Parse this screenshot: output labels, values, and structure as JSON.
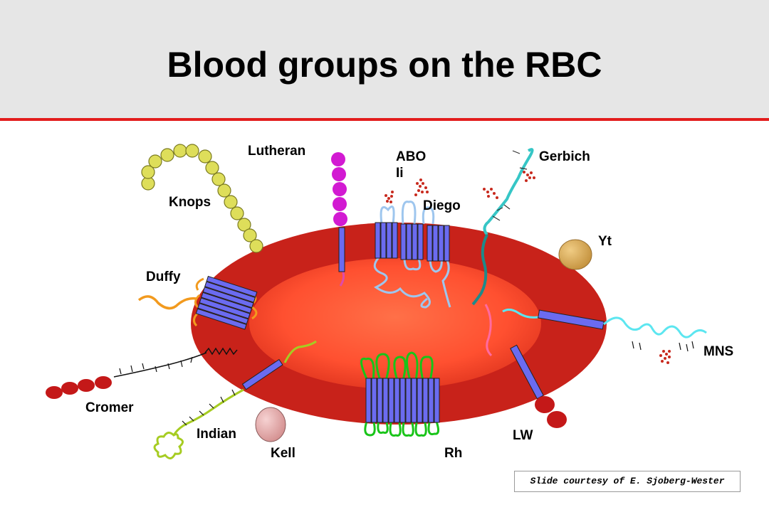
{
  "slide": {
    "title": "Blood groups on the RBC",
    "credit": "Slide courtesy of E. Sjoberg-Wester"
  },
  "labels": {
    "lutheran": "Lutheran",
    "abo": "ABO",
    "ii": "Ii",
    "gerbich": "Gerbich",
    "knops": "Knops",
    "diego": "Diego",
    "yt": "Yt",
    "duffy": "Duffy",
    "mns": "MNS",
    "cromer": "Cromer",
    "indian": "Indian",
    "kell": "Kell",
    "rh": "Rh",
    "lw": "LW"
  },
  "colors": {
    "accent_rule": "#e31d1d",
    "cell_outer": "#c8221a",
    "cell_inner": "#ff5a36",
    "membrane_protein": "#6b6bf0",
    "knops_beads": "#dede5a",
    "lutheran_beads": "#d21ad2",
    "cromer_beads": "#c41818",
    "lw_beads": "#c41818",
    "yt_disc": "#d4a650",
    "kell_disc": "#e4aeae",
    "rh_loops": "#19c419",
    "diego_loops": "#9ec6ee",
    "gerbich_chain": "#36c6c6",
    "mns_chain": "#5ce6f0",
    "indian_chain": "#a6cc22",
    "duffy_chain": "#f29a1e",
    "sugar_dots": "#c82a1e"
  }
}
